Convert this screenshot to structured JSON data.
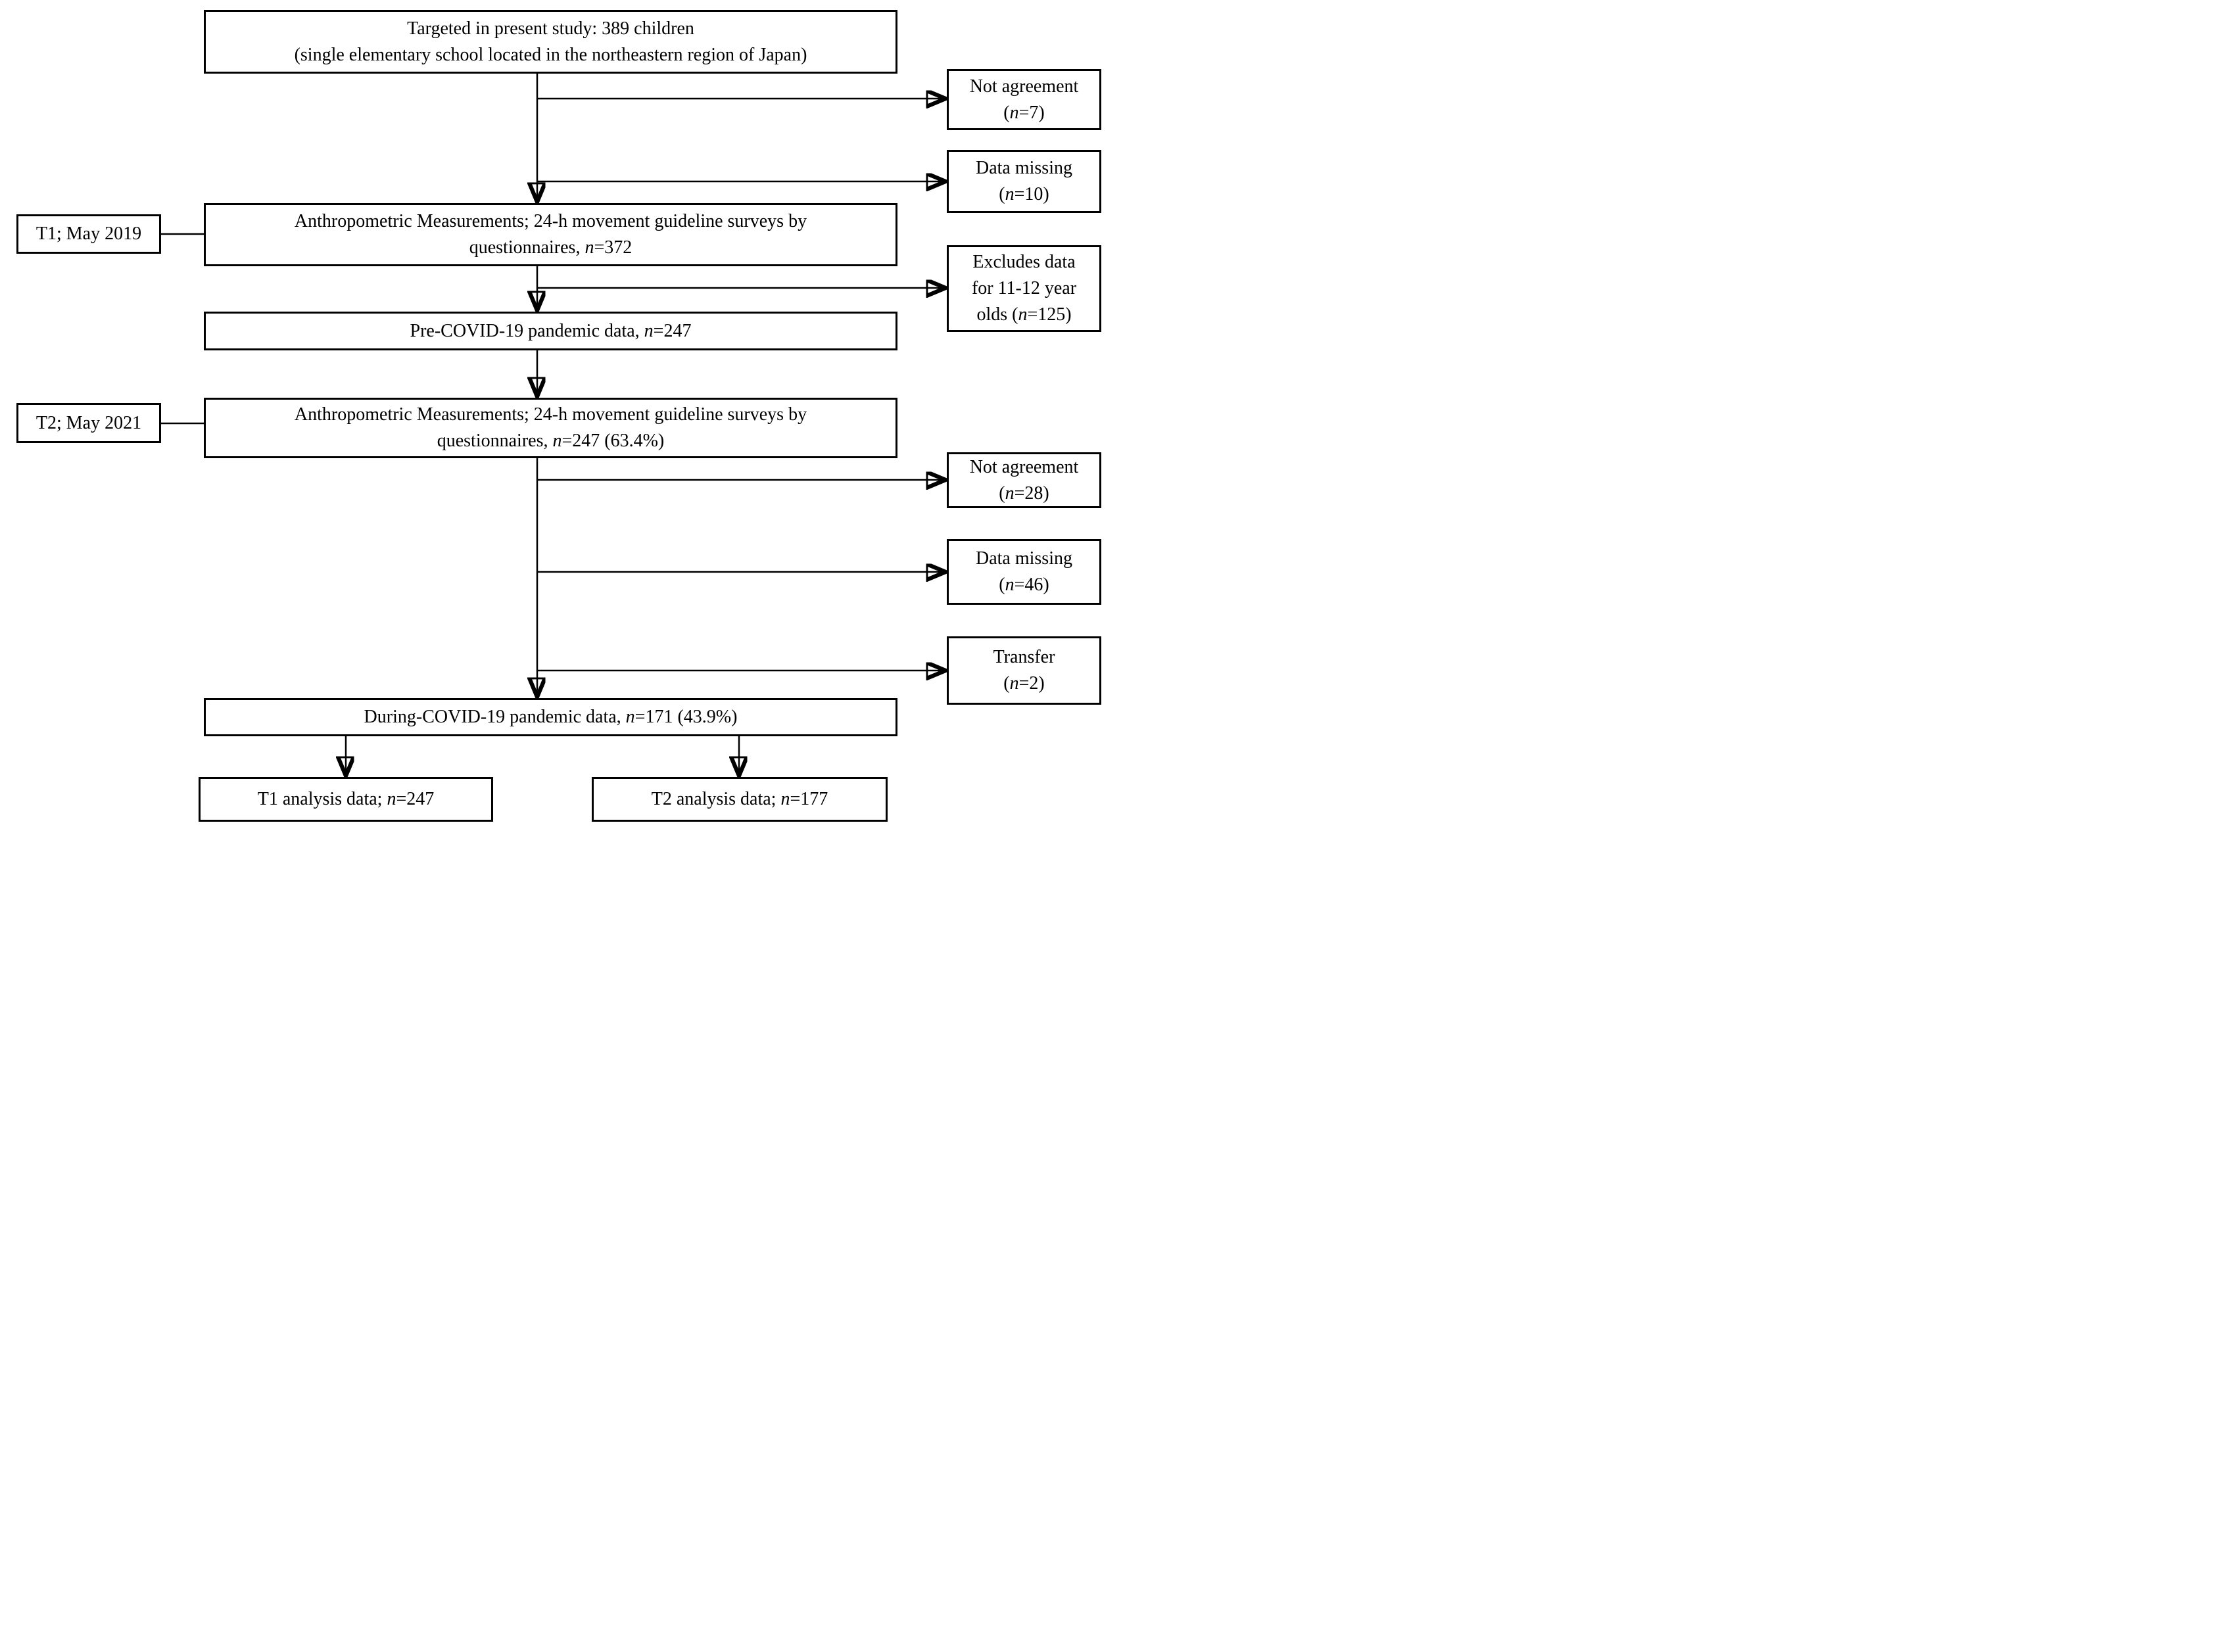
{
  "figure": {
    "background": "#ffffff",
    "line_color": "#000000",
    "box_border_color": "#000000"
  },
  "boxes": {
    "target": {
      "line1": "Targeted in present study: 389 children",
      "line2": "(single elementary school located in the northeastern region of Japan)"
    },
    "not_agreement_t1": {
      "line1": "Not agreement",
      "pre_n": "(",
      "n": "n",
      "post_n": "=7)"
    },
    "data_missing_t1": {
      "line1": "Data missing",
      "pre_n": "(",
      "n": "n",
      "post_n": "=10)"
    },
    "t1_label": {
      "text": "T1; May 2019"
    },
    "t1_survey": {
      "line1": "Anthropometric Measurements; 24-h movement guideline surveys by",
      "line2_pre_n": "questionnaires, ",
      "n": "n",
      "line2_post_n": "=372"
    },
    "excludes": {
      "line1": "Excludes data",
      "line2": "for 11-12 year",
      "line3_pre_n": "olds (",
      "n": "n",
      "line3_post_n": "=125)"
    },
    "pre_covid": {
      "pre_n": "Pre-COVID-19 pandemic data, ",
      "n": "n",
      "post_n": "=247"
    },
    "t2_label": {
      "text": "T2; May 2021"
    },
    "t2_survey": {
      "line1": "Anthropometric Measurements; 24-h movement guideline surveys by",
      "line2_pre_n": "questionnaires, ",
      "n": "n",
      "line2_post_n": "=247 (63.4%)"
    },
    "not_agreement_t2": {
      "line1": "Not agreement",
      "pre_n": "(",
      "n": "n",
      "post_n": "=28)"
    },
    "data_missing_t2": {
      "line1": "Data missing",
      "pre_n": "(",
      "n": "n",
      "post_n": "=46)"
    },
    "transfer": {
      "line1": "Transfer",
      "pre_n": "(",
      "n": "n",
      "post_n": "=2)"
    },
    "during_covid": {
      "pre_n": "During-COVID-19 pandemic data, ",
      "n": "n",
      "post_n": "=171 (43.9%)"
    },
    "t1_analysis": {
      "pre_n": "T1 analysis data; ",
      "n": "n",
      "post_n": "=247"
    },
    "t2_analysis": {
      "pre_n": "T2 analysis data; ",
      "n": "n",
      "post_n": "=177"
    }
  }
}
